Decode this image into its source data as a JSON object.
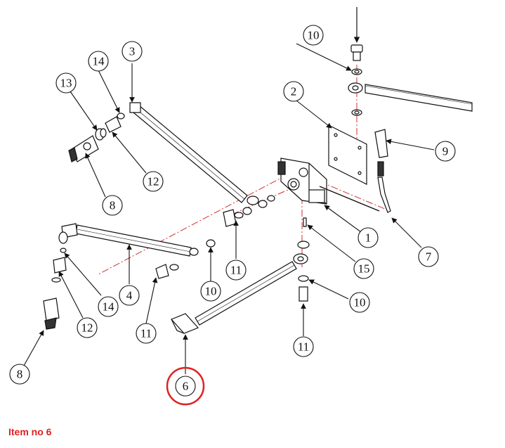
{
  "caption": "Item no 6",
  "highlight_color": "#e02020",
  "highlighted_item": "6",
  "callouts": {
    "c1": "1",
    "c2": "2",
    "c3": "3",
    "c4": "4",
    "c6": "6",
    "c7": "7",
    "c8a": "8",
    "c8b": "8",
    "c9": "9",
    "c10a": "10",
    "c10b": "10",
    "c10c": "10",
    "c11a": "11",
    "c11b": "11",
    "c11c": "11",
    "c12a": "12",
    "c12b": "12",
    "c13": "13",
    "c14a": "14",
    "c14b": "14",
    "c15": "15"
  }
}
